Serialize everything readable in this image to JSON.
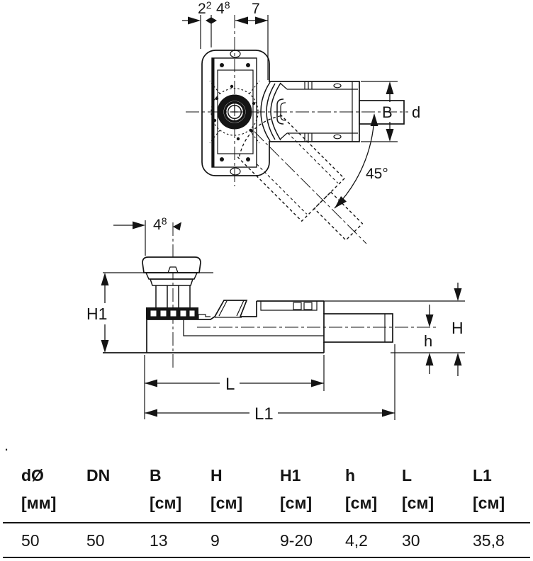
{
  "page": {
    "background": "#ffffff",
    "ink": "#141414",
    "stray_mark": "."
  },
  "top_view": {
    "dims": {
      "offset_left": {
        "base": "2",
        "sup": "2"
      },
      "offset_center": {
        "base": "4",
        "sup": "8"
      },
      "offset_right": "7",
      "socket_width": "B",
      "pipe_diameter": "d",
      "swivel_angle": "45°"
    }
  },
  "side_view": {
    "dims": {
      "trap_offset": {
        "base": "4",
        "sup": "8"
      },
      "height_total": "H1",
      "height_body": "H",
      "height_outlet": "h",
      "length_body": "L",
      "length_total": "L1"
    }
  },
  "table": {
    "columns": [
      {
        "symbol": "dØ",
        "unit": "[мм]",
        "value": "50"
      },
      {
        "symbol": "DN",
        "unit": "",
        "value": "50"
      },
      {
        "symbol": "B",
        "unit": "[см]",
        "value": "13"
      },
      {
        "symbol": "H",
        "unit": "[см]",
        "value": "9"
      },
      {
        "symbol": "H1",
        "unit": "[см]",
        "value": "9-20"
      },
      {
        "symbol": "h",
        "unit": "[см]",
        "value": "4,2"
      },
      {
        "symbol": "L",
        "unit": "[см]",
        "value": "30"
      },
      {
        "symbol": "L1",
        "unit": "[см]",
        "value": "35,8"
      }
    ]
  }
}
